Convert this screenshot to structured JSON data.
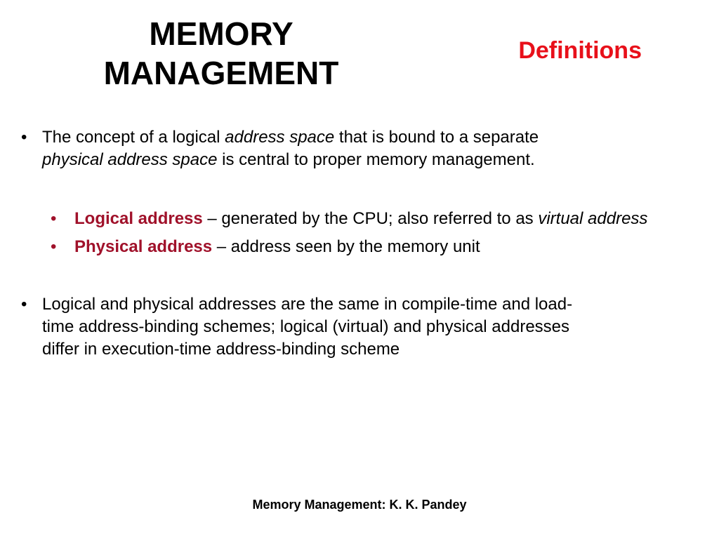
{
  "slide": {
    "title_line1": "MEMORY",
    "title_line2": "MANAGEMENT",
    "subtitle": "Definitions",
    "bullets": [
      {
        "marker": "•",
        "seg1": "The concept of a logical ",
        "em1": "address space",
        "seg2": " that is bound to a separate",
        "em2": "physical address space",
        "seg3": " is central to proper memory management."
      },
      {
        "marker": "•",
        "term": "Logical address",
        "seg1": " – generated by the CPU; also referred to as ",
        "em1": "virtual address"
      },
      {
        "marker": "•",
        "term": "Physical address",
        "seg1": " – address seen by the memory unit"
      },
      {
        "marker": "•",
        "line1": "Logical and physical addresses are the same in compile-time and load-",
        "line2": "time address-binding schemes; logical (virtual) and physical addresses",
        "line3": "differ in execution-time address-binding scheme"
      }
    ],
    "footer": "Memory Management: K. K. Pandey"
  },
  "colors": {
    "subtitle": "#e8101a",
    "term": "#a0112a",
    "text": "#000000",
    "background": "#ffffff"
  }
}
